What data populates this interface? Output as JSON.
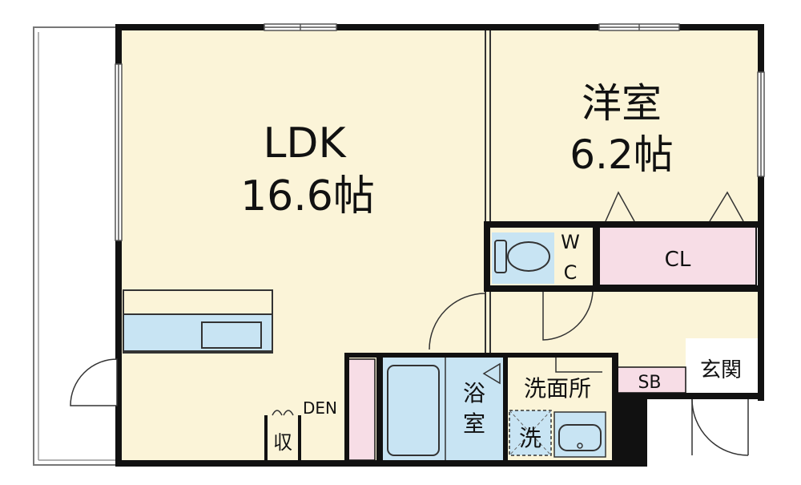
{
  "rooms": {
    "ldk": {
      "name": "LDK",
      "size": "16.6帖"
    },
    "western": {
      "name": "洋室",
      "size": "6.2帖"
    },
    "wc_w": "W",
    "wc_c": "C",
    "closet": "CL",
    "entrance": "玄関",
    "shoe_box": "SB",
    "bath_1": "浴",
    "bath_2": "室",
    "washroom": "洗面所",
    "washer": "洗",
    "storage": "収",
    "den": "DEN"
  },
  "colors": {
    "floor": "#fbf4d8",
    "closet": "#f7dde6",
    "fixture": "#c8e4f3",
    "wall": "#111111"
  }
}
